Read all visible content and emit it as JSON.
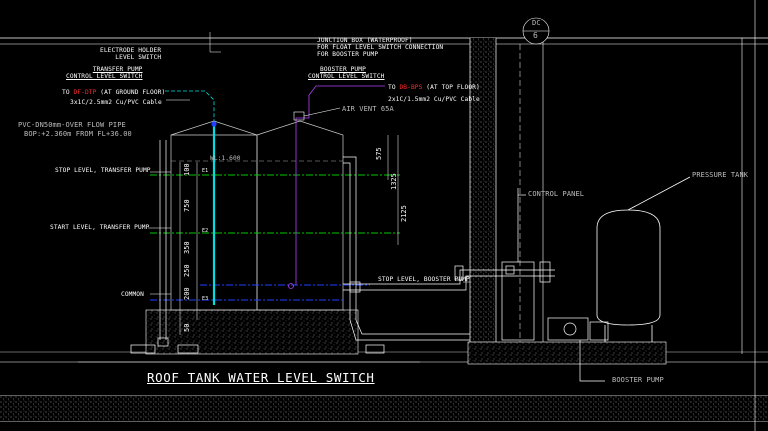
{
  "drawing": {
    "title": "ROOF TANK WATER LEVEL SWITCH",
    "grid_bubble": {
      "top": "DC",
      "bottom": "6"
    }
  },
  "labels": {
    "electrode_holder": [
      "ELECTRODE HOLDER",
      "LEVEL SWITCH"
    ],
    "transfer_pump_switch": [
      "TRANSFER PUMP",
      "CONTROL LEVEL SWITCH"
    ],
    "to_ground_prefix": "TO",
    "to_ground_ref": "DF-DTP",
    "to_ground_suffix": "(AT GROUND FLOOR)",
    "cable_transfer": "3x1C/2.5mm2 Cu/PVC Cable",
    "junction_box": [
      "JUNCTION BOX (WATERPROOF)",
      "FOR FLOAT LEVEL SWITCH CONNECTION",
      "FOR BOOSTER PUMP"
    ],
    "booster_pump_switch": [
      "BOOSTER PUMP",
      "CONTROL LEVEL SWITCH"
    ],
    "to_top_prefix": "TO",
    "to_top_ref": "DB-BPS",
    "to_top_suffix": "(AT TOP FLOOR)",
    "cable_booster": "2x1C/1.5mm2 Cu/PVC Cable",
    "air_vent": "AIR VENT 65A",
    "overflow": [
      "PVC-DN50mm-OVER FLOW PIPE",
      "BOP:+2.360m FROM FL+36.00"
    ],
    "water_level": "WL:1.600",
    "stop_transfer": "STOP LEVEL, TRANSFER PUMP",
    "start_transfer": "START LEVEL, TRANSFER PUMP",
    "common": "COMMON",
    "stop_booster": "STOP LEVEL, BOOSTER PUMP",
    "control_panel": "CONTROL PANEL",
    "pressure_tank": "PRESSURE TANK",
    "booster_pump": "BOOSTER PUMP",
    "electrode_e1": "E1",
    "electrode_e2": "E2",
    "electrode_e3": "E3"
  },
  "dimensions": {
    "d100": "100",
    "d750": "750",
    "d350": "350",
    "d250": "250",
    "d200": "200",
    "d50": "50",
    "d575": "575",
    "d1325": "1325",
    "d2125": "2125"
  },
  "colors": {
    "background": "#000000",
    "line": "#ffffff",
    "tank_outline": "#cfcfcf",
    "stop_transfer_level": "#00c800",
    "start_transfer_level": "#00c800",
    "common_level": "#2040ff",
    "electrode_line": "#00e0e0",
    "booster_cable": "#b040ff",
    "reference_red": "#ff2a2a"
  }
}
